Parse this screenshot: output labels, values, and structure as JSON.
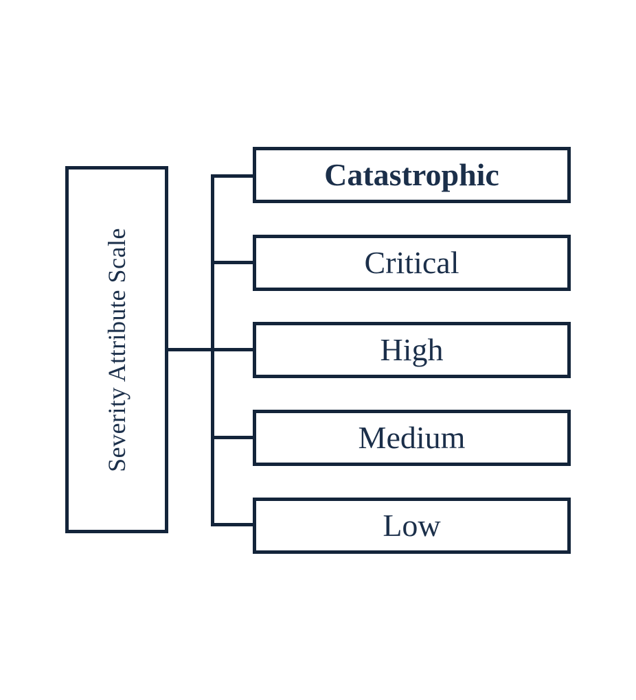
{
  "diagram": {
    "type": "bracket-hierarchy",
    "title": "Severity Attribute Scale",
    "background_color": "#ffffff",
    "line_color": "#13243a",
    "text_color": "#1b2f4a",
    "root": {
      "label": "Severity Attribute Scale",
      "orientation": "vertical-bottom-to-top"
    },
    "levels": [
      {
        "label": "Catastrophic",
        "rank": 1,
        "emphasis": "bold"
      },
      {
        "label": "Critical",
        "rank": 2,
        "emphasis": "normal"
      },
      {
        "label": "High",
        "rank": 3,
        "emphasis": "normal"
      },
      {
        "label": "Medium",
        "rank": 4,
        "emphasis": "normal"
      },
      {
        "label": "Low",
        "rank": 5,
        "emphasis": "normal"
      }
    ]
  }
}
